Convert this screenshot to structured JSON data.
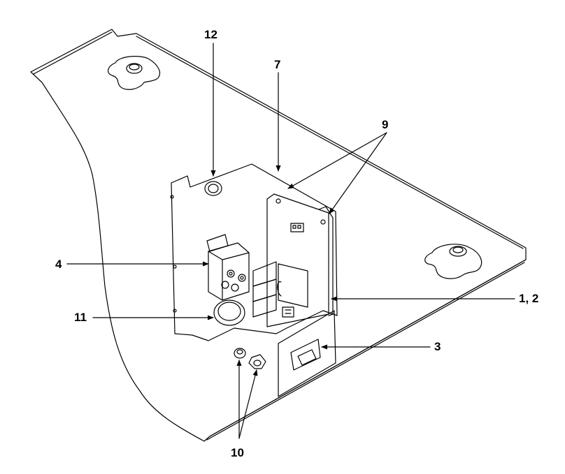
{
  "callouts": {
    "c12": "12",
    "c7": "7",
    "c9": "9",
    "c4": "4",
    "c11": "11",
    "c1_2": "1, 2",
    "c3": "3",
    "c10": "10"
  },
  "colors": {
    "line": "#000000",
    "background": "#ffffff"
  }
}
